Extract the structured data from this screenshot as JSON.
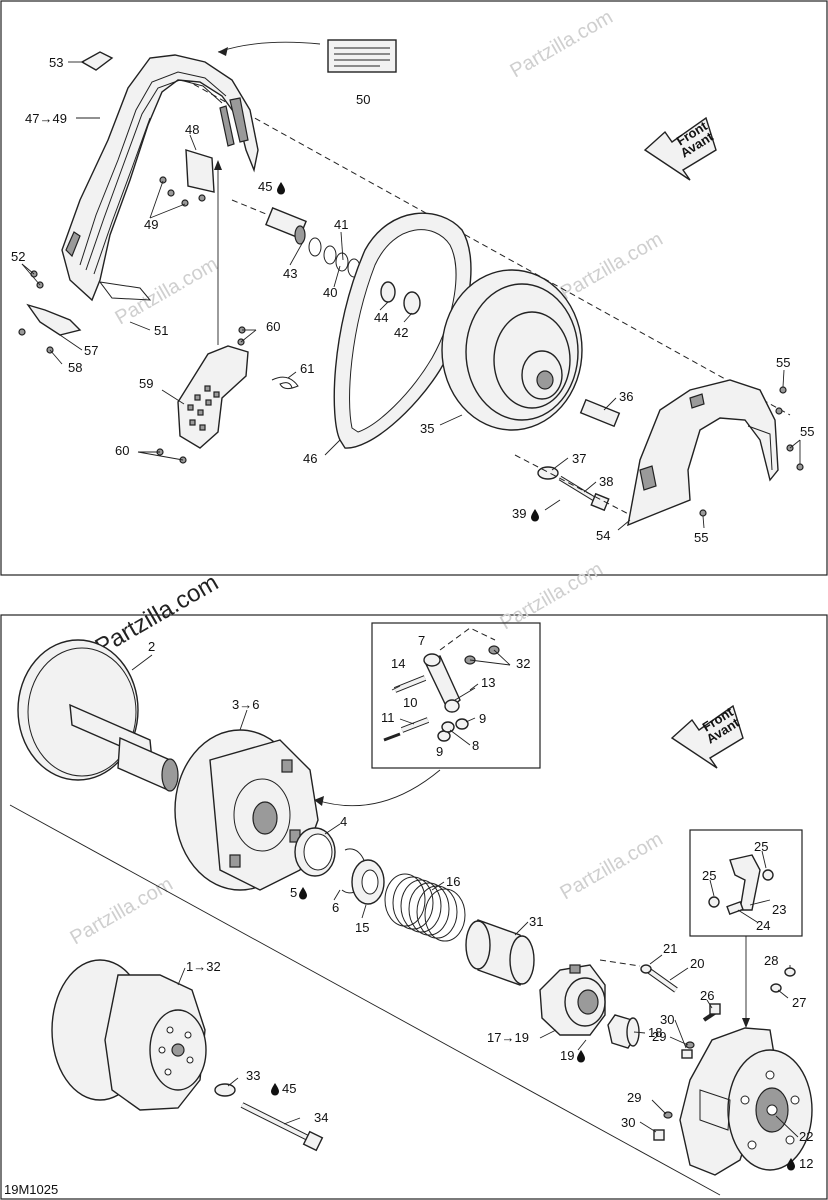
{
  "watermark": "Partzilla.com",
  "watermark_main": "© Partzilla.com",
  "diagram_code": "19M1025",
  "direction_label": {
    "line1": "Front",
    "line2": "Avant"
  },
  "top_panel_labels": {
    "l53": "53",
    "l47_49": "47→49",
    "l50": "50",
    "l48": "48",
    "l49": "49",
    "l45": "45",
    "l41": "41",
    "l43": "43",
    "l40": "40",
    "l52": "52",
    "l51": "51",
    "l44": "44",
    "l42": "42",
    "l57": "57",
    "l58": "58",
    "l60a": "60",
    "l61": "61",
    "l59": "59",
    "l60b": "60",
    "l36": "36",
    "l35": "35",
    "l55a": "55",
    "l55b": "55",
    "l46": "46",
    "l37": "37",
    "l38": "38",
    "l39": "39",
    "l54": "54",
    "l55c": "55"
  },
  "bottom_panel_labels": {
    "l2": "2",
    "l3_6": "3→6",
    "l7": "7",
    "l14": "14",
    "l32a": "32",
    "l13": "13",
    "l10": "10",
    "l11": "11",
    "l9a": "9",
    "l9b": "9",
    "l8": "8",
    "l4": "4",
    "l5": "5",
    "l6": "6",
    "l16": "16",
    "l15": "15",
    "l31": "31",
    "l25a": "25",
    "l25b": "25",
    "l23": "23",
    "l24": "24",
    "l1_32": "1→32",
    "l21": "21",
    "l20": "20",
    "l28": "28",
    "l27": "27",
    "l26": "26",
    "l18": "18",
    "l30a": "30",
    "l29a": "29",
    "l17_19": "17→19",
    "l19": "19",
    "l33": "33",
    "l45b": "45",
    "l34": "34",
    "l29b": "29",
    "l30b": "30",
    "l22": "22",
    "l12": "12"
  }
}
